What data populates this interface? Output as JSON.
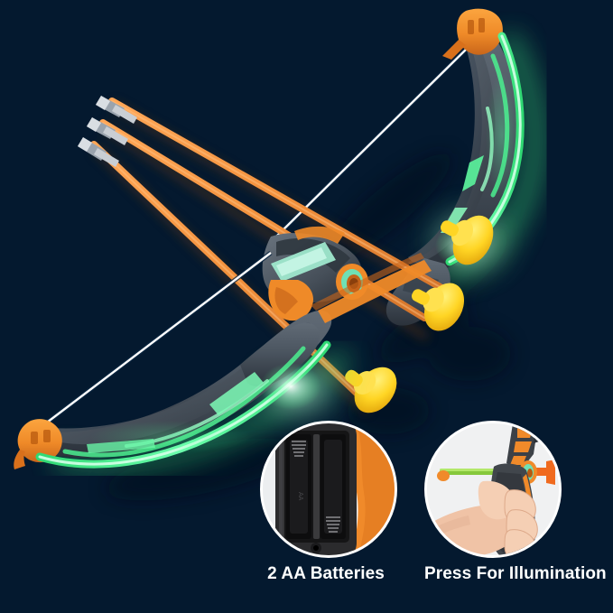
{
  "scene": {
    "background_color": "#04192f",
    "product_name": "light-up-archery-bow-set",
    "item_count_visible": 2,
    "arrow_count_visible": 3
  },
  "colors": {
    "background": "#04192f",
    "body_dark": "#4b5560",
    "body_dark_shadow": "#2e363f",
    "accent_orange": "#f08a2a",
    "accent_orange_deep": "#d9701b",
    "glow_green": "#3ce87f",
    "glow_green_bright": "#9bffc8",
    "mint_panel": "#8ae3c0",
    "arrow_shaft": "#f2913c",
    "suction_yellow": "#ffd524",
    "suction_yellow_shadow": "#e0a800",
    "bowstring": "#ffffff",
    "text_white": "#ffffff",
    "inset_bg": "#f2f3f4",
    "inset_border": "#ffffff",
    "skin": "#f0c3a6",
    "arrow_green": "#86c83c"
  },
  "bows": [
    {
      "id": "upper-bow",
      "orientation": "upper-right",
      "limb_glow": "green",
      "tip_cap_color": "#f08a2a",
      "string_color": "#ffffff"
    },
    {
      "id": "lower-bow",
      "orientation": "lower-left",
      "limb_glow": "green",
      "tip_cap_color": "#f08a2a",
      "string_color": "#ffffff"
    }
  ],
  "arrows": [
    {
      "id": "arrow-1",
      "shaft_color": "#f2913c",
      "tip": "yellow-suction-cup",
      "nock": "gray"
    },
    {
      "id": "arrow-2",
      "shaft_color": "#f2913c",
      "tip": "yellow-suction-cup",
      "nock": "gray"
    },
    {
      "id": "arrow-3",
      "shaft_color": "#f2913c",
      "tip": "yellow-suction-cup",
      "nock": "gray"
    }
  ],
  "insets": [
    {
      "id": "battery-compartment",
      "label": "2 AA Batteries",
      "depicts": "open black AA battery tray with two bays, springs and orange side panel"
    },
    {
      "id": "illumination-demo",
      "label": "Press For Illumination",
      "depicts": "hand gripping bow handle with green arrow loaded"
    }
  ]
}
